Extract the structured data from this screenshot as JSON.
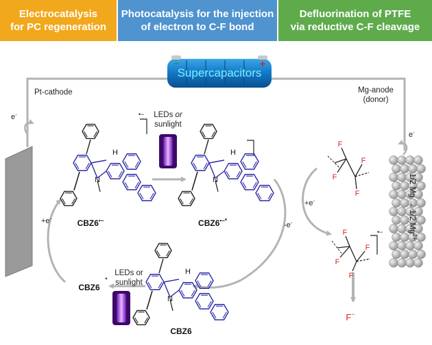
{
  "banners": {
    "electro_line1": "Electrocatalysis",
    "electro_line2": "for PC regeneration",
    "photo_line1": "Photocatalysis for the injection",
    "photo_line2": "of electron to C-F bond",
    "defluor_line1": "Defluorination of PTFE",
    "defluor_line2": "via reductive C-F cleavage"
  },
  "supercapacitor": {
    "label": "Supercapacitors",
    "minus": "−",
    "plus": "+"
  },
  "electrodes": {
    "cathode": "Pt-cathode",
    "anode_line1": "Mg-anode",
    "anode_line2": "(donor)",
    "anode_reaction": "1/2 Mg → 1/2 Mg",
    "anode_reaction_sup": "2+"
  },
  "electrons": {
    "e_cathode": "e",
    "plus_e_left": "+e",
    "e_anode": "e",
    "plus_e_mid": "+e",
    "minus_e": "-e",
    "sup_minus": "-"
  },
  "light": {
    "top_line1": "LEDs",
    "top_or": "or",
    "top_line2": "sunlight",
    "bottom_line1": "LEDs or",
    "bottom_line2": "sunlight"
  },
  "species": {
    "cbz6_radical": "CBZ6",
    "cbz6_radical_sup": "•−",
    "cbz6_excited": "CBZ6",
    "cbz6_excited_sup": "•−*",
    "cbz6": "CBZ6",
    "cbz6_star": "CBZ6",
    "star": "*",
    "H": "H",
    "N": "N",
    "F": "F",
    "fluoride": "F",
    "fluoride_sup": "−",
    "radical_anion": "•−"
  },
  "colors": {
    "electro": "#f2a81d",
    "photo": "#4f93cf",
    "defluor": "#5fab4c",
    "ring": "#2a2aa8",
    "fluorine": "#e02020",
    "arrow": "#b3b3b3"
  }
}
